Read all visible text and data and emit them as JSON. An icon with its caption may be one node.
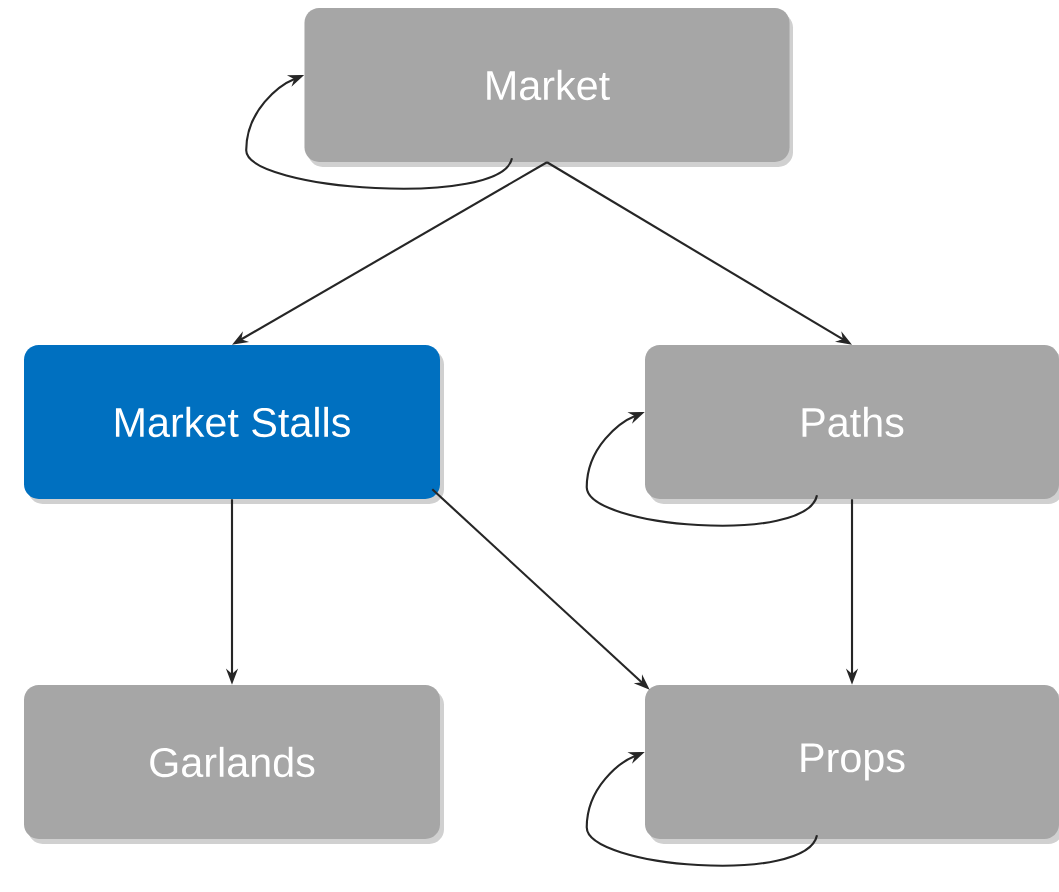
{
  "diagram": {
    "nodes": [
      {
        "text": [
          "Market"
        ]
      },
      {
        "text": [
          "Market Stalls"
        ]
      },
      {
        "text": [
          "Paths"
        ]
      },
      {
        "text": [
          "Garlands"
        ]
      },
      {
        "text": [
          "Props"
        ]
      }
    ],
    "edges": [
      {
        "from": 0,
        "to": 0,
        "arrow": "to"
      },
      {
        "from": 0,
        "to": 1,
        "arrow": "to"
      },
      {
        "from": 0,
        "to": 2,
        "arrow": "to"
      },
      {
        "from": 2,
        "to": 2,
        "arrow": "to"
      },
      {
        "from": 1,
        "to": 3,
        "arrow": "to"
      },
      {
        "from": 1,
        "to": 4,
        "arrow": "to"
      },
      {
        "from": 2,
        "to": 4,
        "arrow": "to"
      },
      {
        "from": 4,
        "to": 4,
        "arrow": "to"
      }
    ]
  }
}
